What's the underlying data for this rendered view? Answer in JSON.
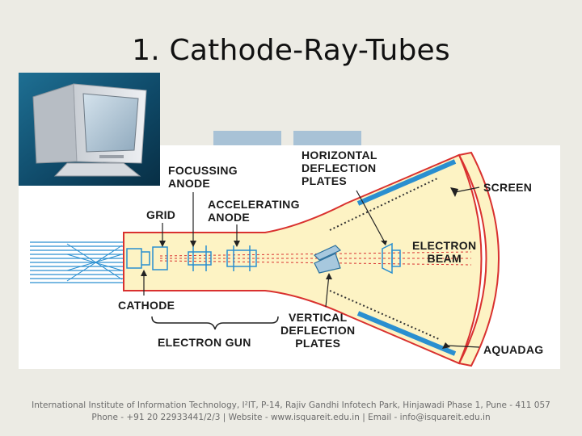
{
  "slide": {
    "title": "1. Cathode-Ray-Tubes"
  },
  "diagram": {
    "labels": {
      "focussing_anode": "FOCUSSING\nANODE",
      "horizontal_deflection": "HORIZONTAL\nDEFLECTION\nPLATES",
      "accelerating_anode": "ACCELERATING\nANODE",
      "screen": "SCREEN",
      "grid": "GRID",
      "electron_beam": "ELECTRON\nBEAM",
      "cathode": "CATHODE",
      "vertical_deflection": "VERTICAL\nDEFLECTION\nPLATES",
      "electron_gun": "ELECTRON GUN",
      "aquadag": "AQUADAG"
    },
    "colors": {
      "tube_fill": "#fdf3c4",
      "tube_stroke": "#d9312f",
      "plate_blue": "#2a8fd0",
      "leader": "#222222",
      "beam": "#d9312f"
    }
  },
  "footer": {
    "line1": "International Institute of Information Technology, I²IT, P-14, Rajiv Gandhi Infotech Park, Hinjawadi Phase 1, Pune - 411 057",
    "line2": "Phone - +91 20 22933441/2/3 | Website - www.isquareit.edu.in | Email - info@isquareit.edu.in"
  }
}
